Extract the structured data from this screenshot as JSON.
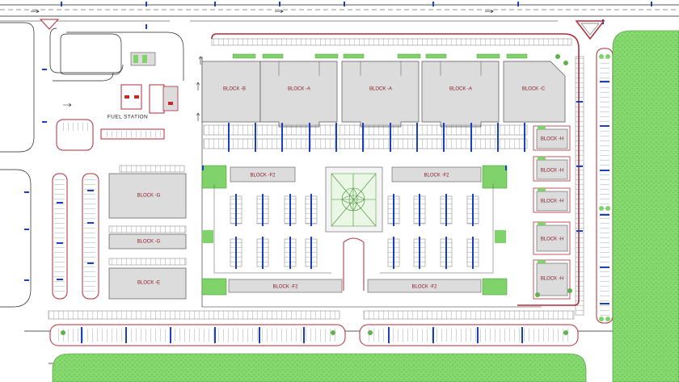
{
  "site_plan": {
    "fuel_station_label": "FUEL STATION",
    "top_blocks": [
      "BLOCK -B",
      "BLOCK -A",
      "BLOCK -A",
      "BLOCK -A",
      "BLOCK -C"
    ],
    "block_f2_labels": [
      "BLOCK -F2",
      "BLOCK -F2",
      "BLOCK -F2",
      "BLOCK -F2"
    ],
    "left_blocks": [
      "BLOCK -G",
      "BLOCK -G",
      "BLOCK -E"
    ],
    "right_blocks": [
      "BLOCK -H",
      "BLOCK -H",
      "BLOCK -H",
      "BLOCK -H",
      "BLOCK -H"
    ]
  },
  "colors": {
    "building_fill": "#dcdcdc",
    "building_stroke": "#555555",
    "label_red": "#8b1a2b",
    "green_area": "#7fd36a",
    "parking_blue": "#1a3fbf",
    "curb_red": "#b42a3a"
  }
}
